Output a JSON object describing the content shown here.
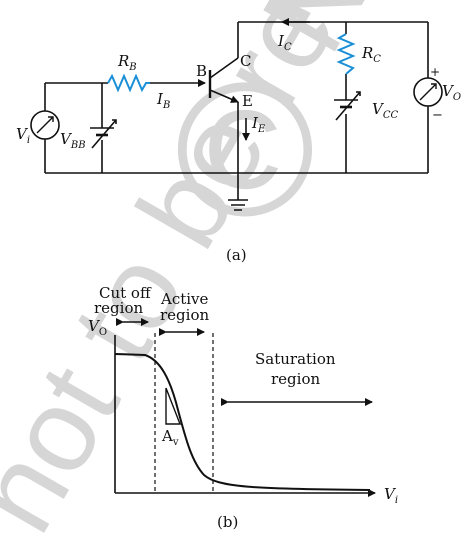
{
  "watermark": {
    "symbol": "©",
    "text": "not to be re",
    "top_text": "NC",
    "color": "#d6d6d6"
  },
  "colors": {
    "ink": "#111111",
    "resistor": "#1a8fd6",
    "background": "#ffffff"
  },
  "circuit": {
    "caption": "(a)",
    "labels": {
      "rb": "R",
      "rb_sub": "B",
      "ib": "I",
      "ib_sub": "B",
      "b": "B",
      "c": "C",
      "e": "E",
      "ic": "I",
      "ic_sub": "C",
      "ie": "I",
      "ie_sub": "E",
      "rc": "R",
      "rc_sub": "C",
      "vcc": "V",
      "vcc_sub": "CC",
      "vbb": "V",
      "vbb_sub": "BB",
      "vi": "V",
      "vi_sub": "i",
      "vo": "V",
      "vo_sub": "O",
      "plus": "+",
      "minus": "−"
    }
  },
  "graph": {
    "caption": "(b)",
    "y_axis": "V",
    "y_axis_sub": "O",
    "x_axis": "V",
    "x_axis_sub": "i",
    "regions": {
      "cutoff_1": "Cut off",
      "cutoff_2": "region",
      "active_1": "Active",
      "active_2": "region",
      "saturation_1": "Saturation",
      "saturation_2": "region"
    },
    "gain": "A",
    "gain_sub": "v"
  }
}
